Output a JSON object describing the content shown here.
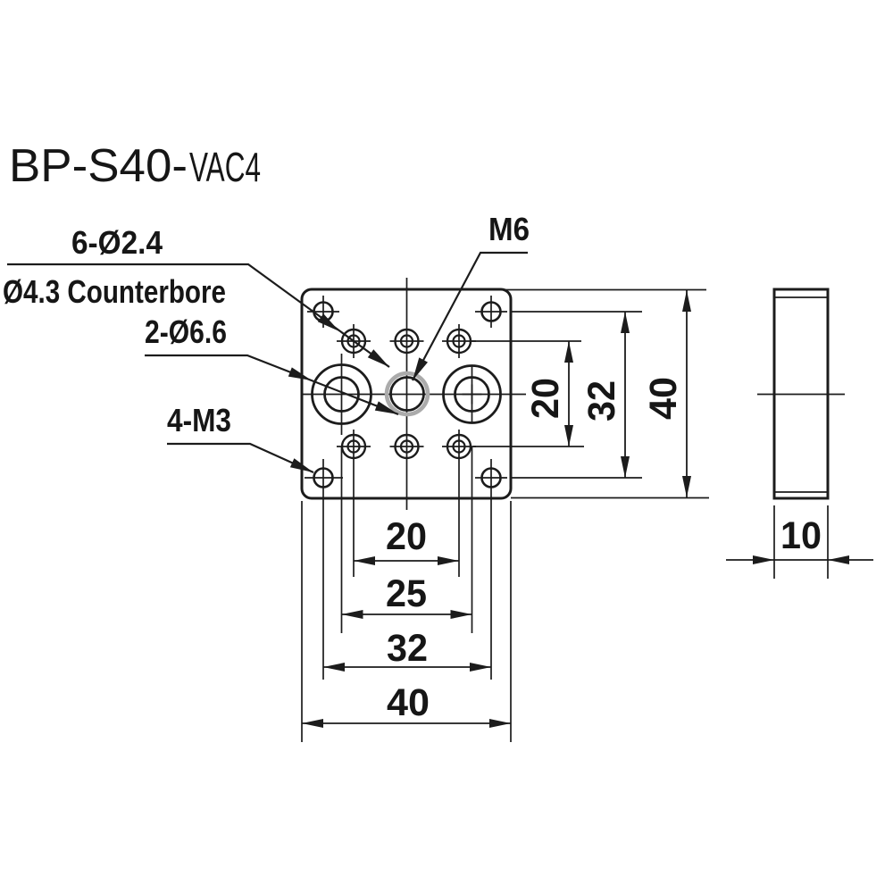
{
  "page": {
    "background": "#ffffff",
    "line_color": "#1c1c1c",
    "thread_shade_color": "#ababab"
  },
  "title": {
    "main": "BP-S40-",
    "suffix": "VAC4"
  },
  "callouts": {
    "small_holes": "6-Ø2.4",
    "small_holes_counterbore": "Ø4.3 Counterbore",
    "through_holes": "2-Ø6.6",
    "corner_taps": "4-M3",
    "center_tap": "M6"
  },
  "dimensions": {
    "bottom_horizontal": [
      "20",
      "25",
      "32",
      "40"
    ],
    "right_vertical": [
      "20",
      "32",
      "40"
    ],
    "side_thickness": "10"
  }
}
